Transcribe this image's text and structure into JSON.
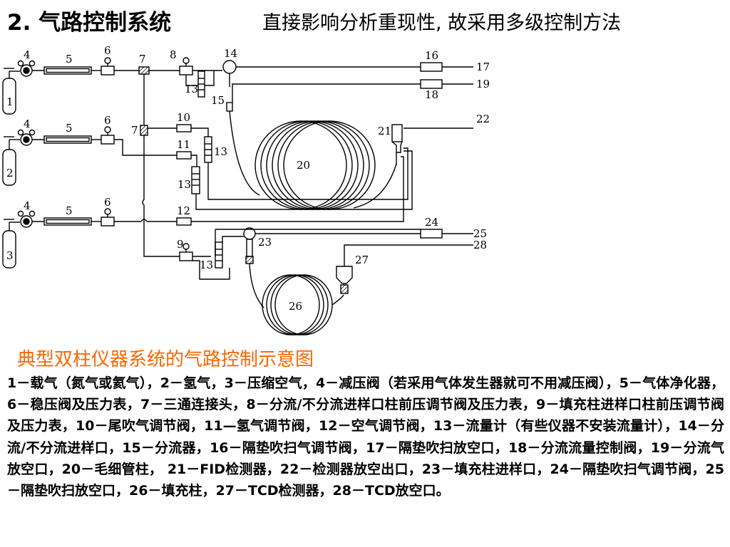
{
  "header": {
    "title": "2. 气路控制系统",
    "subtitle": "直接影响分析重现性, 故采用多级控制方法"
  },
  "diagram": {
    "labels": {
      "n1": "1",
      "n2": "2",
      "n3": "3",
      "n4a": "4",
      "n4b": "4",
      "n4c": "4",
      "n5a": "5",
      "n5b": "5",
      "n5c": "5",
      "n6a": "6",
      "n6b": "6",
      "n6c": "6",
      "n7a": "7",
      "n7b": "7",
      "n8": "8",
      "n9": "9",
      "n10": "10",
      "n11": "11",
      "n12": "12",
      "n13a": "13",
      "n13b": "13",
      "n13c": "13",
      "n13d": "13",
      "n14": "14",
      "n15": "15",
      "n16": "16",
      "n17": "17",
      "n18": "18",
      "n19": "19",
      "n20": "20",
      "n21": "21",
      "n22": "22",
      "n23": "23",
      "n24": "24",
      "n25": "25",
      "n26": "26",
      "n27": "27",
      "n28": "28"
    }
  },
  "caption": "典型双柱仪器系统的气路控制示意图",
  "legend": "1－载气（氮气或氦气），2－氢气，3－压缩空气，4－减压阀（若采用气体发生器就可不用减压阀），5－气体净化器，6－稳压阀及压力表，7－三通连接头，8－分流/不分流进样口柱前压调节阀及压力表，9－填充柱进样口柱前压调节阀及压力表，10－尾吹气调节阀，11—氢气调节阀，12－空气调节阀，13－流量计（有些仪器不安装流量计），14－分流/不分流进样口，15－分流器，16－隔垫吹扫气调节阀，17－隔垫吹扫放空口，18－分流流量控制阀，19－分流气放空口，20－毛细管柱， 21－FID检测器，22－检测器放空出口，23－填充柱进样口，24－隔垫吹扫气调节阀，25－隔垫吹扫放空口，26－填充柱，27－TCD检测器，28－TCD放空口。"
}
